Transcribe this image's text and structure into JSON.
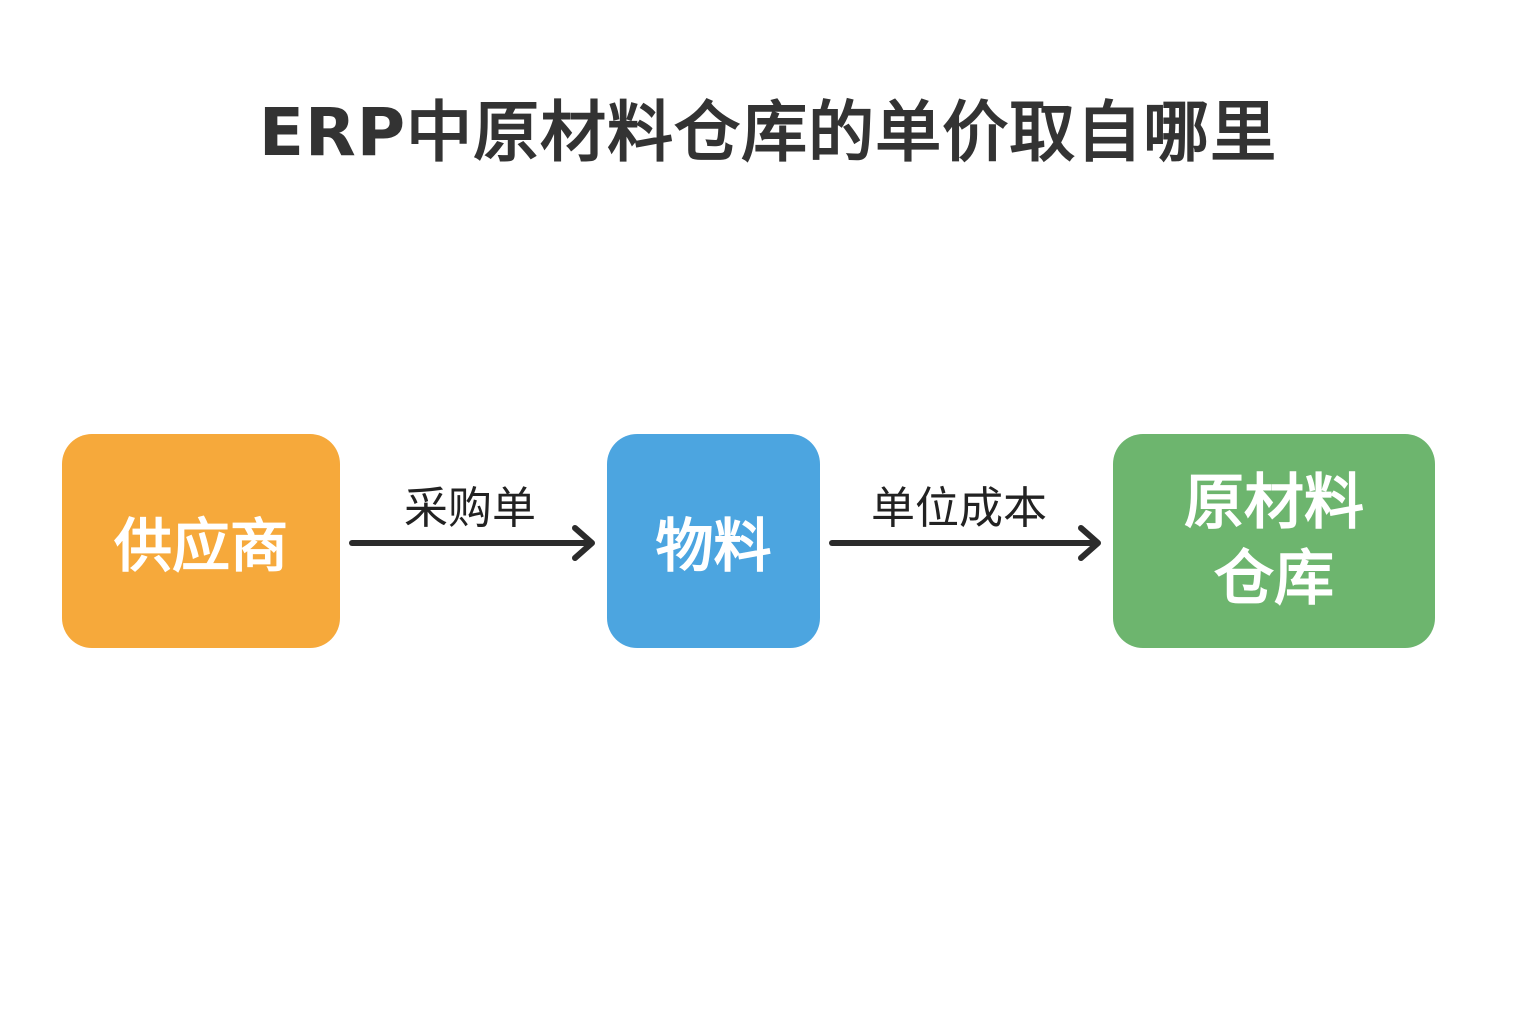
{
  "title": "ERP中原材料仓库的单价取自哪里",
  "nodes": {
    "supplier": {
      "label": "供应商",
      "color": "#f6a93b"
    },
    "material": {
      "label": "物料",
      "color": "#4ca5e0"
    },
    "warehouse": {
      "label": "原材料仓库",
      "color": "#6db56e"
    }
  },
  "edges": {
    "purchase_order": {
      "label": "采购单",
      "from": "供应商",
      "to": "物料"
    },
    "unit_cost": {
      "label": "单位成本",
      "from": "物料",
      "to": "原材料仓库"
    }
  },
  "colors": {
    "title_text": "#333333",
    "arrow": "#2b2b2b",
    "background": "#ffffff"
  }
}
